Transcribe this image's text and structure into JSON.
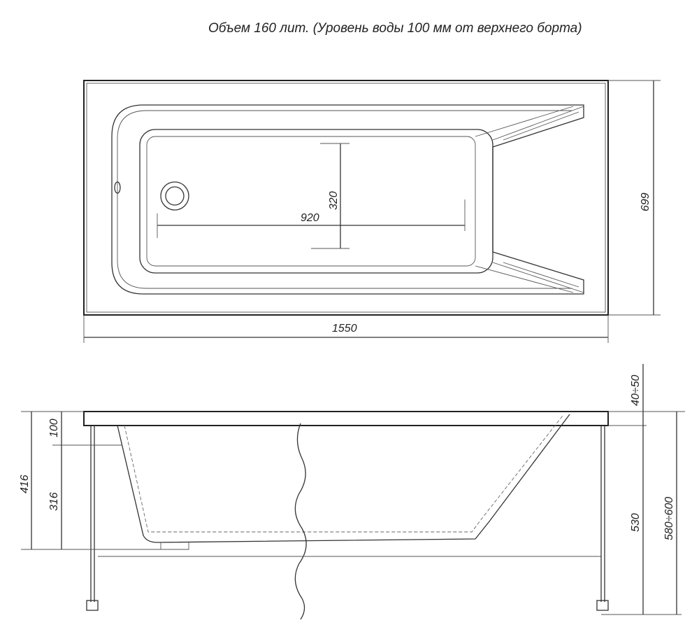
{
  "title": "Объем 160 лит. (Уровень воды 100 мм от верхнего борта)",
  "top_view": {
    "length_label": "1550",
    "width_label": "699",
    "inner_length_label": "920",
    "inner_width_label": "320"
  },
  "side_view": {
    "total_depth_label": "416",
    "water_offset_label": "100",
    "water_depth_label": "316",
    "leg_height_label": "530",
    "adjust_label": "40÷50",
    "total_height_label": "580÷600"
  }
}
